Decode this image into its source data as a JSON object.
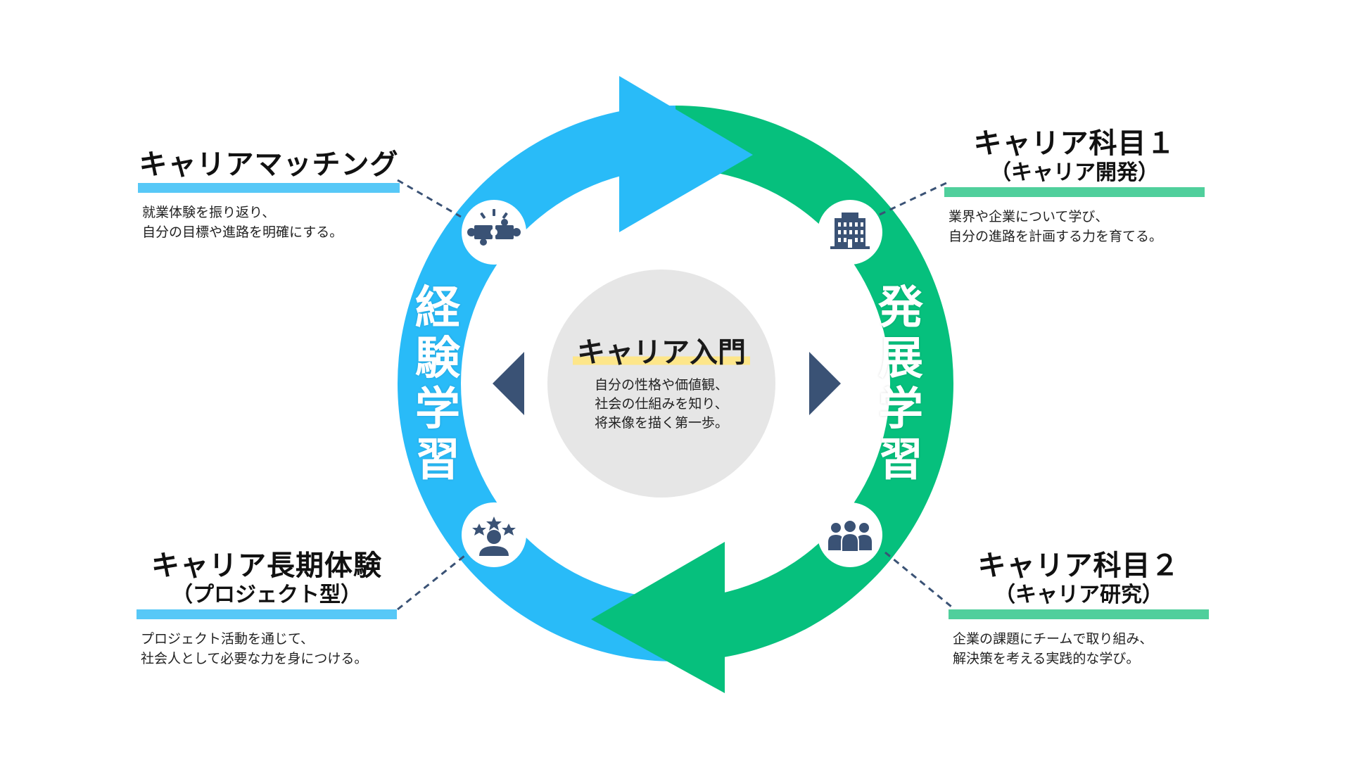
{
  "center": {
    "title": "キャリア入門",
    "desc": [
      "自分の性格や価値観、",
      "社会の仕組みを知り、",
      "将来像を描く第一歩。"
    ]
  },
  "left_ring_label": [
    "経",
    "験",
    "学",
    "習"
  ],
  "right_ring_label": [
    "発",
    "展",
    "学",
    "習"
  ],
  "nodes": {
    "top_left": {
      "title": "キャリアマッチング",
      "desc": [
        "就業体験を振り返り、",
        "自分の目標や進路を明確にする。"
      ],
      "icon": "puzzle-icon"
    },
    "bottom_left": {
      "title": "キャリア長期体験",
      "subtitle": "（プロジェクト型）",
      "desc": [
        "プロジェクト活動を通じて、",
        "社会人として必要な力を身につける。"
      ],
      "icon": "person-stars-icon"
    },
    "top_right": {
      "title": "キャリア科目１",
      "subtitle": "（キャリア開発）",
      "desc": [
        "業界や企業について学び、",
        "自分の進路を計画する力を育てる。"
      ],
      "icon": "building-icon"
    },
    "bottom_right": {
      "title": "キャリア科目２",
      "subtitle": "（キャリア研究）",
      "desc": [
        "企業の課題にチームで取り組み、",
        "解決策を考える実践的な学び。"
      ],
      "icon": "team-icon"
    }
  },
  "colors": {
    "blue": "#29bbf8",
    "green": "#06c07d",
    "navy": "#3a5275",
    "center_circle": "#e6e6e6",
    "highlight": "#fde68a",
    "blue_bar": "#57c8f7",
    "green_bar": "#50cf9c"
  }
}
